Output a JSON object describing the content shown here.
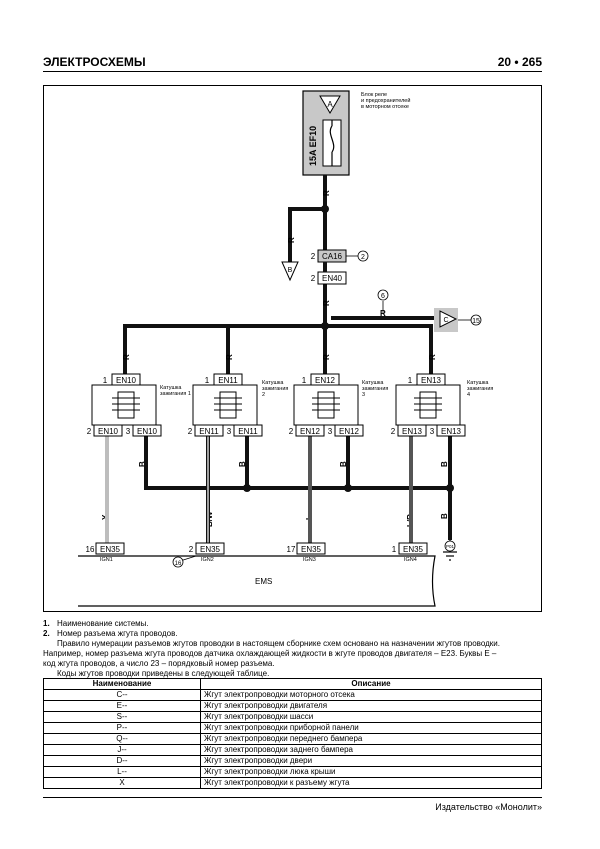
{
  "header": {
    "section_title": "ЭЛЕКТРОСХЕМЫ",
    "page_number": "20 • 265"
  },
  "diagram": {
    "fuse_box": {
      "terminal": "A",
      "fuse_label": "15A EF10",
      "caption_lines": [
        "Блок реле",
        "и предохранителей",
        "в моторном отсеке"
      ]
    },
    "feed_connectors": [
      {
        "pin": "2",
        "code": "CA16"
      },
      {
        "pin": "2",
        "code": "EN40"
      }
    ],
    "callouts": {
      "connector_note": "2",
      "system_note": "6",
      "link_c": "15",
      "ign2": "16"
    },
    "offpage": {
      "b": "B",
      "c": "C"
    },
    "wire_colors": {
      "r": "R",
      "b": "B",
      "y": "Y",
      "bw": "B/W",
      "l": "L",
      "lr": "L/R"
    },
    "coils": [
      {
        "top_pin": "1",
        "top_conn": "EN10",
        "label_lines": [
          "Катушка",
          "зажигания 1"
        ],
        "pin_a": "2",
        "conn_a": "EN10",
        "pin_b": "3",
        "conn_b": "EN10"
      },
      {
        "top_pin": "1",
        "top_conn": "EN11",
        "label_lines": [
          "Катушка",
          "зажигания",
          "2"
        ],
        "pin_a": "2",
        "conn_a": "EN11",
        "pin_b": "3",
        "conn_b": "EN11"
      },
      {
        "top_pin": "1",
        "top_conn": "EN12",
        "label_lines": [
          "Катушка",
          "зажигания",
          "3"
        ],
        "pin_a": "2",
        "conn_a": "EN12",
        "pin_b": "3",
        "conn_b": "EN12"
      },
      {
        "top_pin": "1",
        "top_conn": "EN13",
        "label_lines": [
          "Катушка",
          "зажигания",
          "4"
        ],
        "pin_a": "2",
        "conn_a": "EN13",
        "pin_b": "3",
        "conn_b": "EN13"
      }
    ],
    "ems_connectors": [
      {
        "pin": "16",
        "conn": "EN35",
        "signal": "IGN1"
      },
      {
        "pin": "2",
        "conn": "EN35",
        "signal": "IGN2"
      },
      {
        "pin": "17",
        "conn": "EN35",
        "signal": "IGN3"
      },
      {
        "pin": "1",
        "conn": "EN35",
        "signal": "IGN4"
      }
    ],
    "ground_label": "P01",
    "ems_label": "EMS"
  },
  "notes": {
    "items": [
      {
        "num": "1.",
        "text": "Наименование системы."
      },
      {
        "num": "2.",
        "text": "Номер разъема жгута проводов."
      }
    ],
    "paragraph_lines": [
      "Правило нумерации разъемов жгутов проводки в настоящем сборнике схем основано на назначении жгутов проводки.",
      "Например, номер разъема жгута проводов датчика охлаждающей жидкости в жгуте проводов двигателя – E23. Буквы E –",
      "код жгута проводов, а число 23 – порядковый номер разъема.",
      "Коды жгутов проводки приведены в следующей таблице."
    ]
  },
  "table": {
    "headers": [
      "Наименование",
      "Описание"
    ],
    "rows": [
      {
        "code": "C--",
        "desc": "Жгут электропроводки моторного отсека"
      },
      {
        "code": "E--",
        "desc": "Жгут электропроводки двигателя"
      },
      {
        "code": "S--",
        "desc": "Жгут электропроводки шасси"
      },
      {
        "code": "P--",
        "desc": "Жгут электропроводки приборной панели"
      },
      {
        "code": "Q--",
        "desc": "Жгут электропроводки переднего бампера"
      },
      {
        "code": "J--",
        "desc": "Жгут электропроводки заднего бампера"
      },
      {
        "code": "D--",
        "desc": "Жгут электропроводки двери"
      },
      {
        "code": "L--",
        "desc": "Жгут электропроводки люка крыши"
      },
      {
        "code": "X",
        "desc": "Жгут электропроводки к разъему жгута"
      }
    ]
  },
  "footer": {
    "publisher": "Издательство «Монолит»"
  },
  "colors": {
    "wire_black": "#111111",
    "wire_gray": "#555555",
    "wire_light": "#bdbdbd",
    "box_fill": "#c8c8c8"
  }
}
